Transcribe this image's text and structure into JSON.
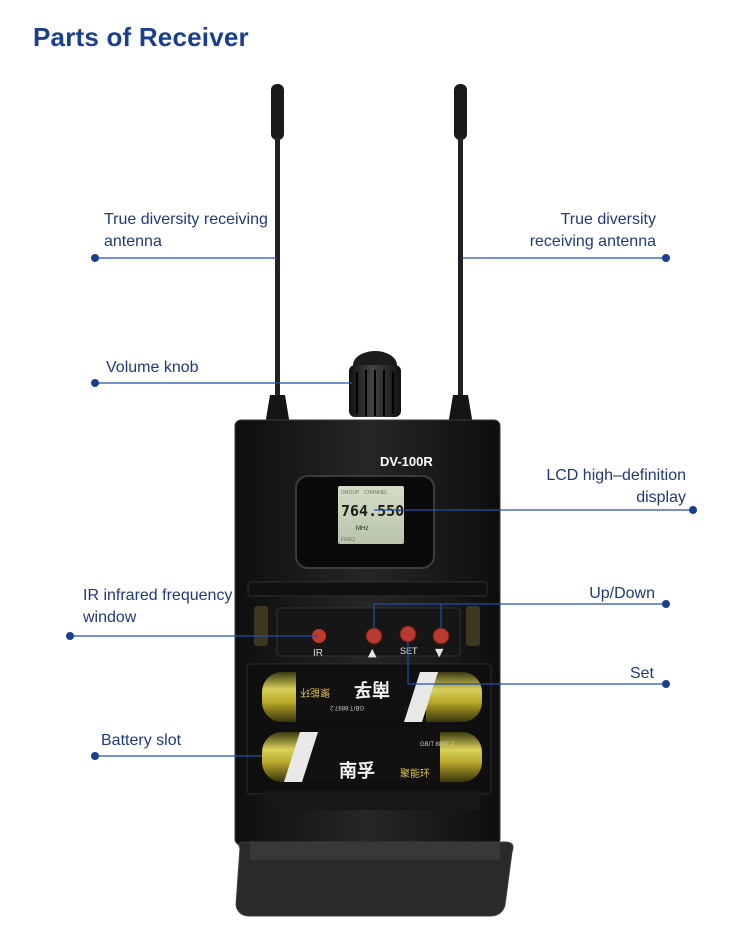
{
  "title": "Parts of Receiver",
  "colors": {
    "accent": "#1a3f8f",
    "callout_line": "#2050a8",
    "device_body": "#1b1b1b",
    "lcd": "#c9d3bf"
  },
  "callouts": {
    "antenna_left": "True diversity receiving antenna",
    "antenna_right": "True diversity receiving antenna",
    "volume_knob": "Volume knob",
    "lcd": "LCD high–definition display",
    "ir_window": "IR infrared frequency window",
    "up_down": "Up/Down",
    "set": "Set",
    "battery_slot": "Battery slot"
  },
  "device": {
    "model": "DV-100R",
    "lcd_frequency": "764.550",
    "lcd_unit": "MHz",
    "lcd_tags": [
      "GROUP",
      "CHANNEL",
      "FREQ"
    ],
    "button_labels": {
      "ir": "IR",
      "up": "▲",
      "set": "SET",
      "down": "▼"
    },
    "battery_brand": "南孚",
    "battery_brand_sub": "聚能环",
    "battery_standard": "GB/T 8897.2"
  }
}
